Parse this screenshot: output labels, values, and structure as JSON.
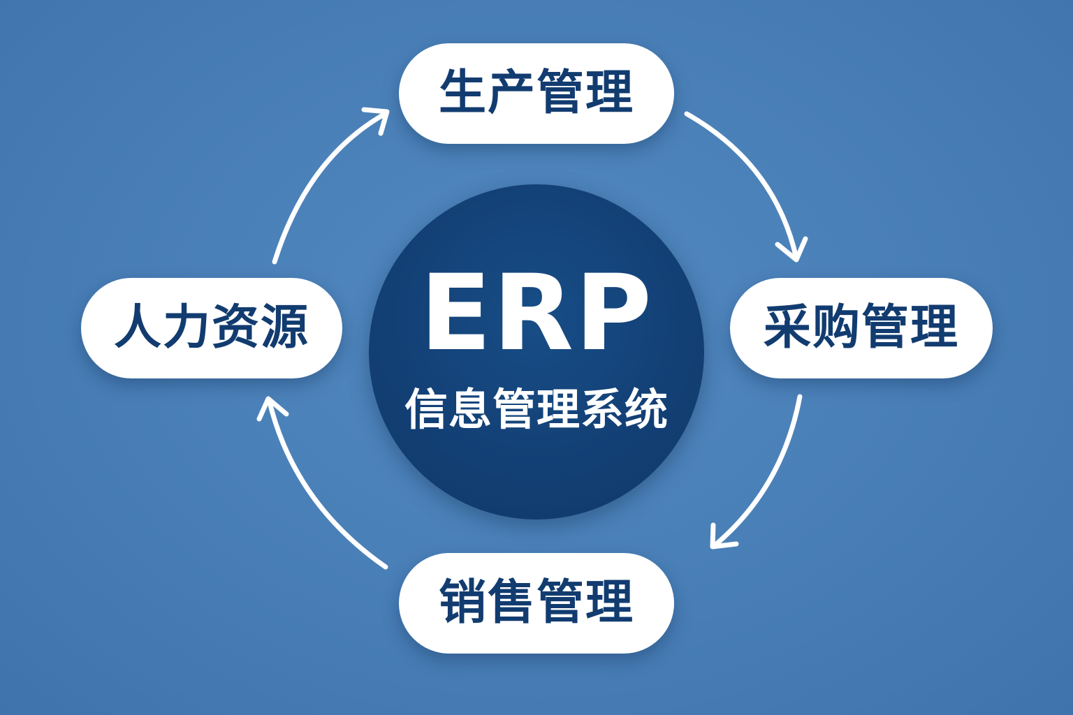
{
  "center": {
    "title": "ERP",
    "subtitle": "信息管理系统"
  },
  "nodes": {
    "top": "生产管理",
    "right": "采购管理",
    "bottom": "销售管理",
    "left": "人力资源"
  },
  "cycle_order": [
    "生产管理",
    "采购管理",
    "销售管理",
    "人力资源"
  ],
  "colors": {
    "background": "#4a80b8",
    "center_circle": "#123f74",
    "node_fill": "#ffffff",
    "node_text": "#123c70",
    "arrow": "#ffffff"
  }
}
